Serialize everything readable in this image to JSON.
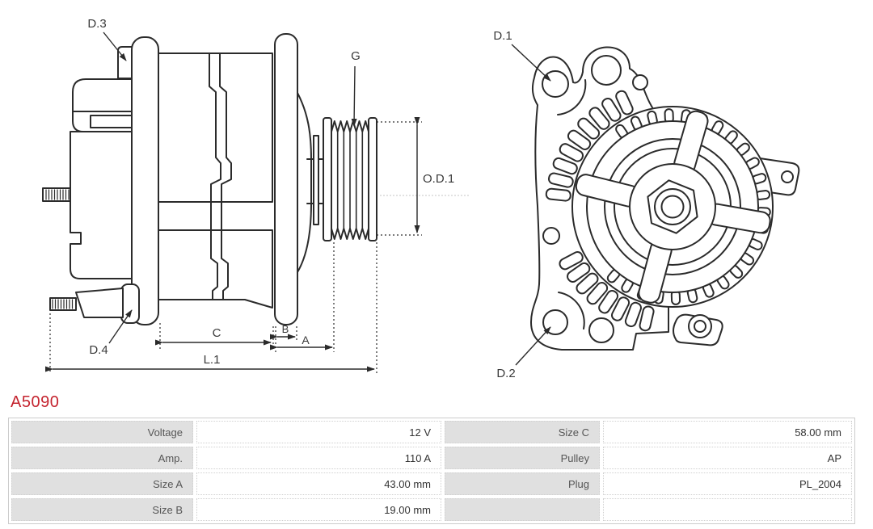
{
  "part_number": "A5090",
  "diagram": {
    "side_view_labels": {
      "d3": "D.3",
      "g": "G",
      "od1": "O.D.1",
      "d4": "D.4",
      "c": "C",
      "b": "B",
      "a": "A",
      "l1": "L.1"
    },
    "front_view_labels": {
      "d1": "D.1",
      "d2": "D.2"
    }
  },
  "spec_table": {
    "rows": [
      [
        "Voltage",
        "12 V",
        "Size C",
        "58.00 mm"
      ],
      [
        "Amp.",
        "110 A",
        "Pulley",
        "AP"
      ],
      [
        "Size A",
        "43.00 mm",
        "Plug",
        "PL_2004"
      ],
      [
        "Size B",
        "19.00 mm",
        "",
        ""
      ]
    ]
  },
  "colors": {
    "part_number_red": "#c4232e",
    "drawing_line": "#2b2b2b",
    "dimension_text": "#3a3a3a",
    "table_label_bg": "#e0e0e0",
    "table_label_text": "#555555",
    "table_value_text": "#333333",
    "table_border": "#cccccc"
  }
}
